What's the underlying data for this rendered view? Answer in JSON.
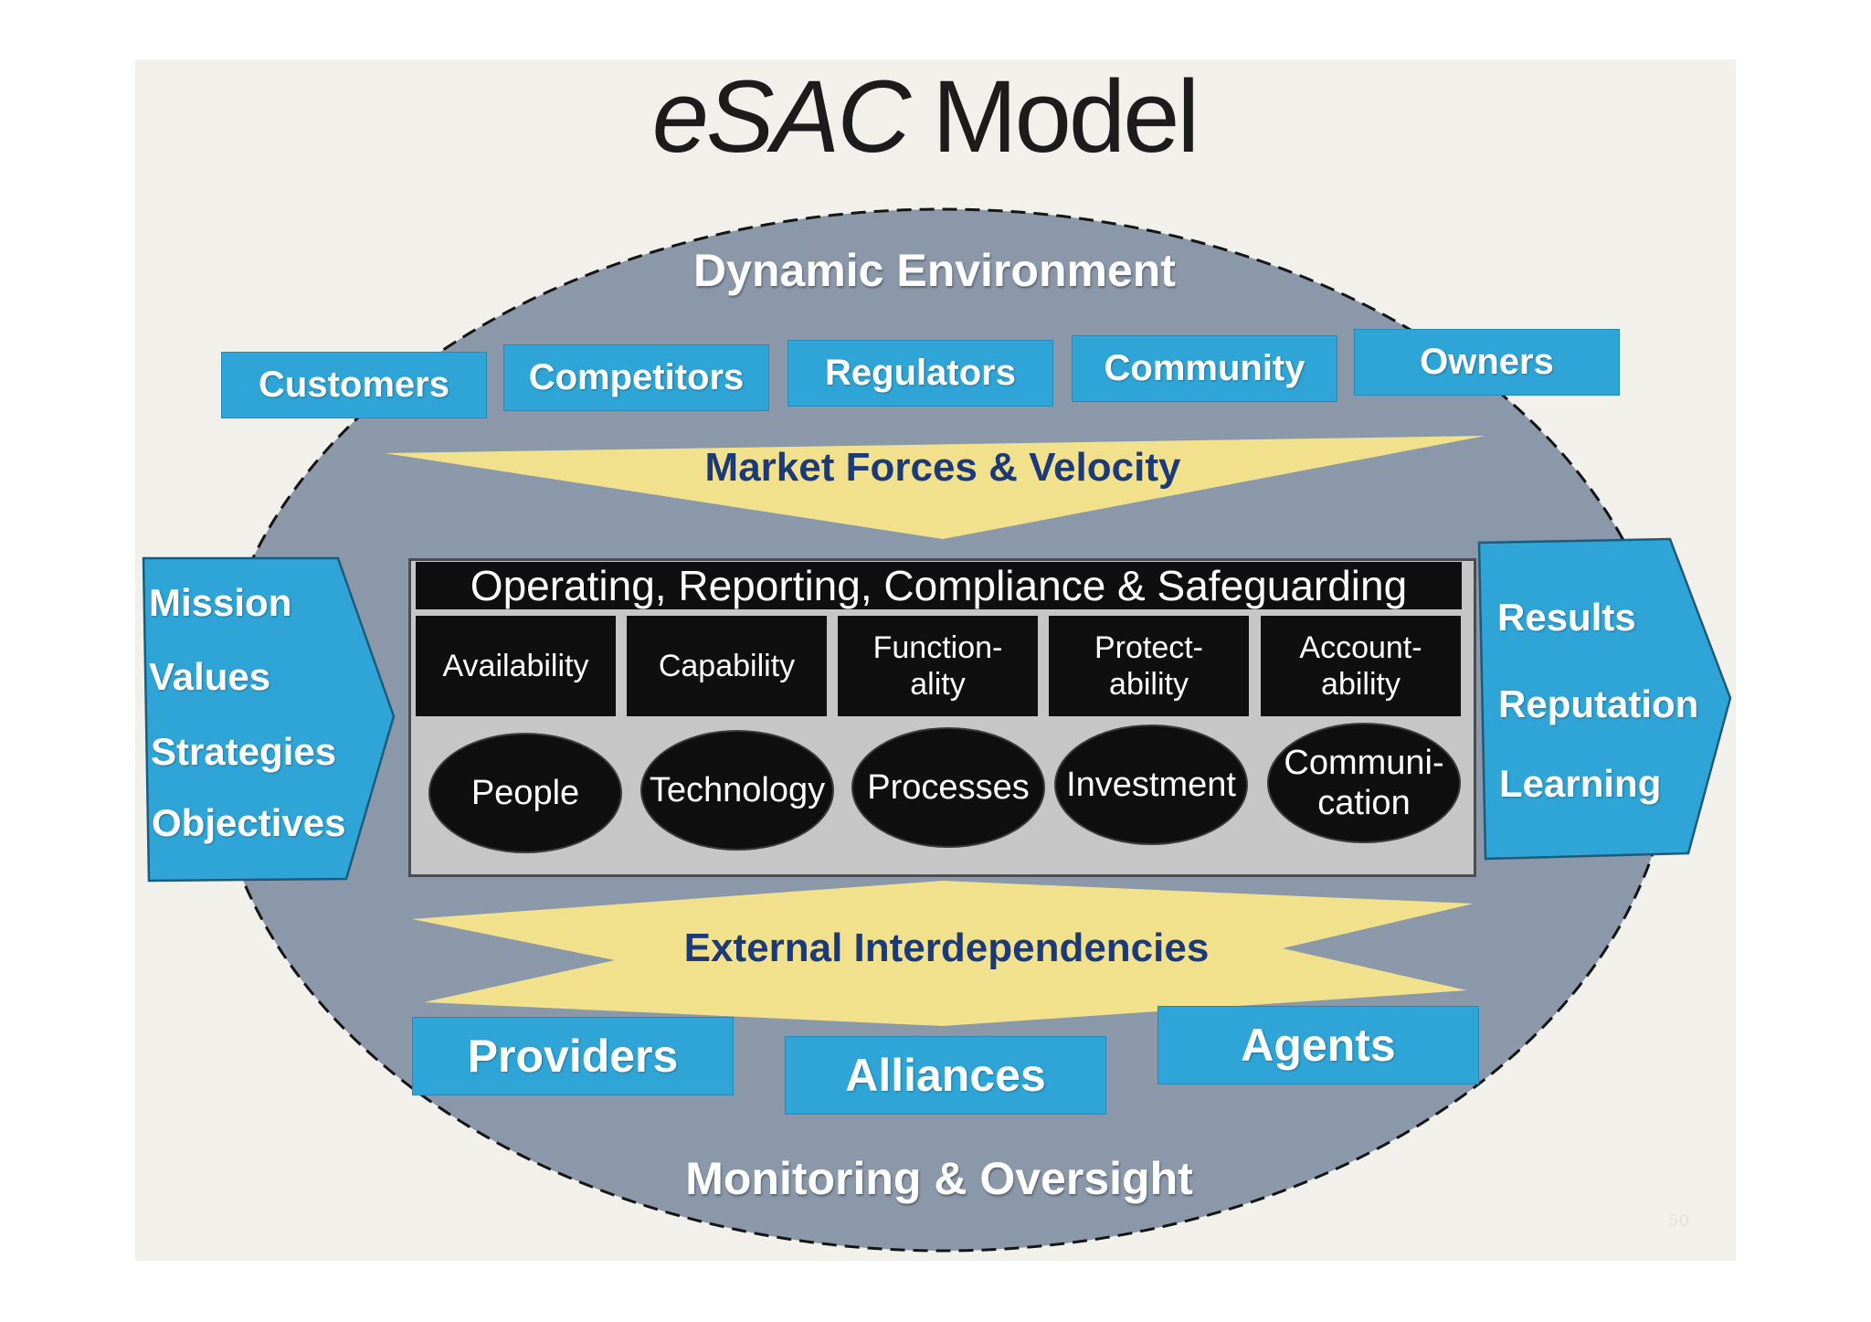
{
  "title": {
    "italic": "eSAC",
    "regular": "Model"
  },
  "environment": {
    "label": "Dynamic Environment",
    "stakeholders": [
      "Customers",
      "Competitors",
      "Regulators",
      "Community",
      "Owners"
    ]
  },
  "market_forces": {
    "label": "Market Forces & Velocity"
  },
  "inputs": {
    "items": [
      "Mission",
      "Values",
      "Strategies",
      "Objectives"
    ]
  },
  "outputs": {
    "items": [
      "Results",
      "Reputation",
      "Learning"
    ]
  },
  "core": {
    "header": "Operating, Reporting, Compliance & Safeguarding",
    "attributes": [
      [
        "Availability"
      ],
      [
        "Capability"
      ],
      [
        "Function-",
        "ality"
      ],
      [
        "Protect-",
        "ability"
      ],
      [
        "Account-",
        "ability"
      ]
    ],
    "resources": [
      [
        "People"
      ],
      [
        "Technology"
      ],
      [
        "Processes"
      ],
      [
        "Investment"
      ],
      [
        "Communi-",
        "cation"
      ]
    ]
  },
  "interdependencies": {
    "label": "External Interdependencies",
    "partners": [
      "Providers",
      "Alliances",
      "Agents"
    ]
  },
  "oversight": {
    "label": "Monitoring & Oversight"
  },
  "page_number": "50",
  "colors": {
    "slide_bg": "#f2f0ea",
    "ellipse": "#8a98aa",
    "box_blue": "#2fa5d7",
    "arrow_yellow": "#f1e18d",
    "label_blue": "#1d3a78",
    "core_black": "#0f0f0f",
    "core_gray": "#c6c6c6"
  }
}
